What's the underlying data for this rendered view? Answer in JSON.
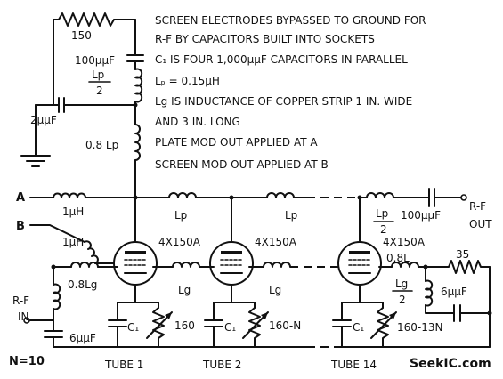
{
  "notes": [
    "SCREEN ELECTRODES BYPASSED TO GROUND FOR",
    "R-F BY CAPACITORS BUILT INTO SOCKETS",
    "C₁ IS FOUR 1,000μμF CAPACITORS IN PARALLEL",
    "Lₚ = 0.15μH",
    "Lg IS INDUCTANCE OF COPPER STRIP 1 IN. WIDE",
    "AND 3 IN. LONG",
    "PLATE MOD OUT APPLIED AT A",
    "SCREEN MOD OUT APPLIED AT B"
  ],
  "labels": {
    "r150": "150",
    "c100_top": "100μμF",
    "lp_half_num": "Lp",
    "lp_half_den": "2",
    "c2": "2μμF",
    "l08lp": "0.8 Lp",
    "node_a": "A",
    "node_b": "B",
    "l1uh_a": "1μH",
    "l1uh_b": "1μH",
    "lp1": "Lp",
    "lp2": "Lp",
    "lp_out_num": "Lp",
    "lp_out_den": "2",
    "c100_out": "100μμF",
    "rf_out_1": "R-F",
    "rf_out_2": "OUT",
    "tube_type_1": "4X150A",
    "tube_type_2": "4X150A",
    "tube_type_3": "4X150A",
    "l08lg": "0.8Lg",
    "lg1": "Lg",
    "lg2": "Lg",
    "l08l_out": "0.8L",
    "lg_half_num": "Lg",
    "lg_half_den": "2",
    "r35": "35",
    "c6_out": "6μμF",
    "rf_in_1": "R-F",
    "rf_in_2": "IN",
    "c6_in": "6μμF",
    "c1_1": "C₁",
    "c1_2": "C₁",
    "c1_3": "C₁",
    "r160": "160",
    "r160n": "160-N",
    "r160_13n": "160-13N",
    "n_eq": "N=10",
    "tube1": "TUBE 1",
    "tube2": "TUBE 2",
    "tube14": "TUBE 14",
    "watermark": "SeekIC.com"
  }
}
